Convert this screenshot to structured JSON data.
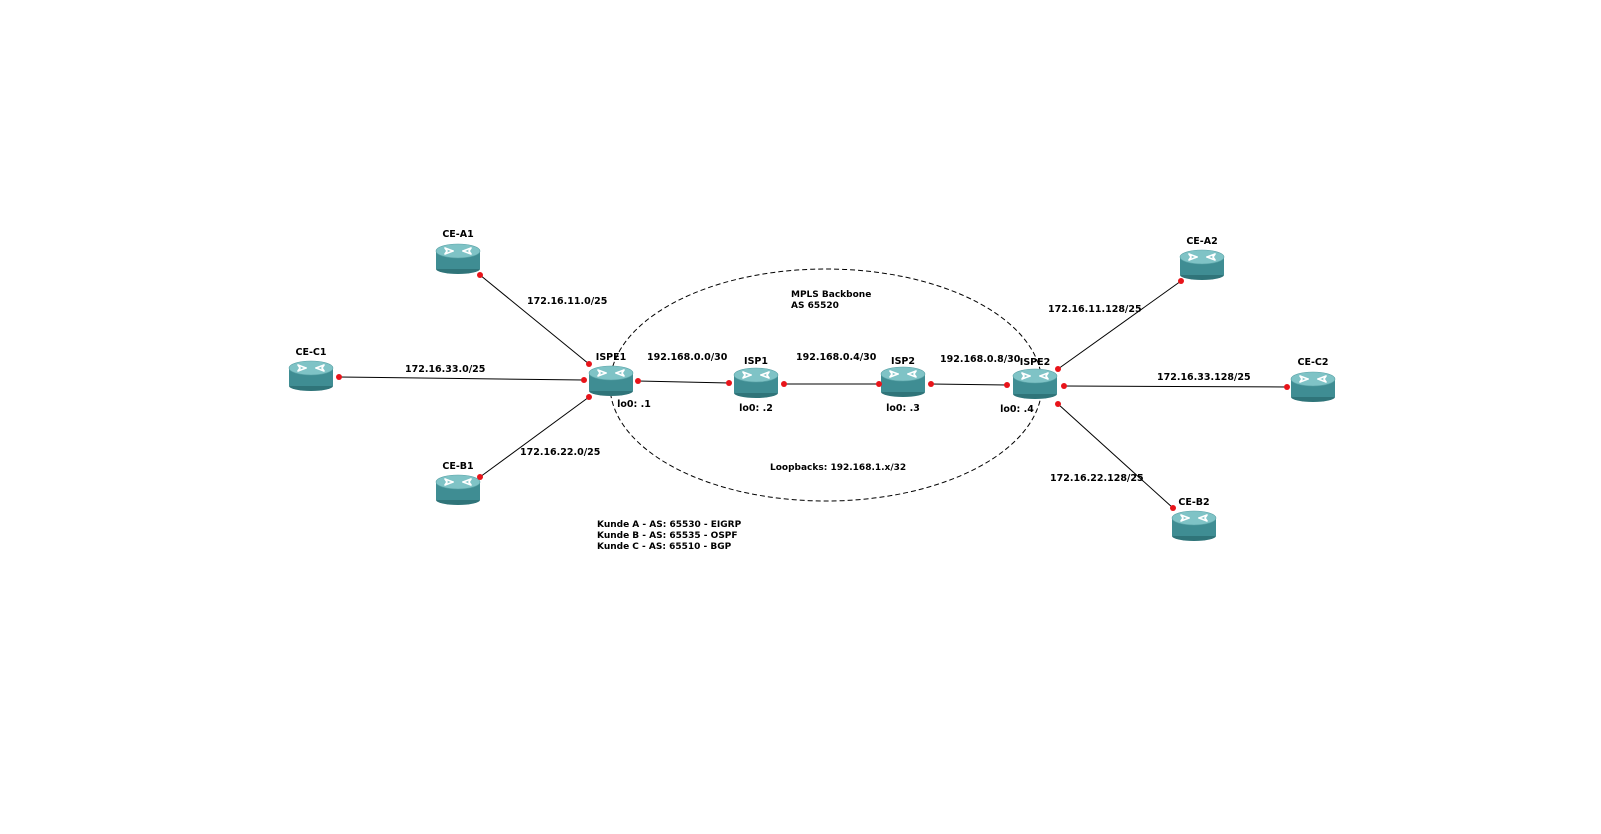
{
  "colors": {
    "router_body": "#3f8d93",
    "router_top": "#7fc3c6",
    "port_dot": "#e8141a",
    "link": "#000000"
  },
  "routers": {
    "ce_a1": {
      "name": "CE-A1",
      "icon": "router-icon"
    },
    "ce_c1": {
      "name": "CE-C1",
      "icon": "router-icon"
    },
    "ce_b1": {
      "name": "CE-B1",
      "icon": "router-icon"
    },
    "ispe1": {
      "name": "ISPE1",
      "loopback": "lo0: .1",
      "icon": "router-icon"
    },
    "isp1": {
      "name": "ISP1",
      "loopback": "lo0: .2",
      "icon": "router-icon"
    },
    "isp2": {
      "name": "ISP2",
      "loopback": "lo0: .3",
      "icon": "router-icon"
    },
    "ispe2": {
      "name": "ISPE2",
      "loopback": "lo0: .4",
      "icon": "router-icon"
    },
    "ce_a2": {
      "name": "CE-A2",
      "icon": "router-icon"
    },
    "ce_c2": {
      "name": "CE-C2",
      "icon": "router-icon"
    },
    "ce_b2": {
      "name": "CE-B2",
      "icon": "router-icon"
    }
  },
  "links": {
    "ce_a1_ispe1": "172.16.11.0/25",
    "ce_c1_ispe1": "172.16.33.0/25",
    "ce_b1_ispe1": "172.16.22.0/25",
    "ispe1_isp1": "192.168.0.0/30",
    "isp1_isp2": "192.168.0.4/30",
    "isp2_ispe2": "192.168.0.8/30",
    "ispe2_ce_a2": "172.16.11.128/25",
    "ispe2_ce_c2": "172.16.33.128/25",
    "ispe2_ce_b2": "172.16.22.128/25"
  },
  "backbone": {
    "title_line1": "MPLS Backbone",
    "title_line2": "AS 65520",
    "loopbacks": "Loopbacks: 192.168.1.x/32"
  },
  "legend": [
    "Kunde A - AS: 65530 - EIGRP",
    "Kunde B - AS: 65535 - OSPF",
    "Kunde C - AS: 65510 - BGP"
  ]
}
